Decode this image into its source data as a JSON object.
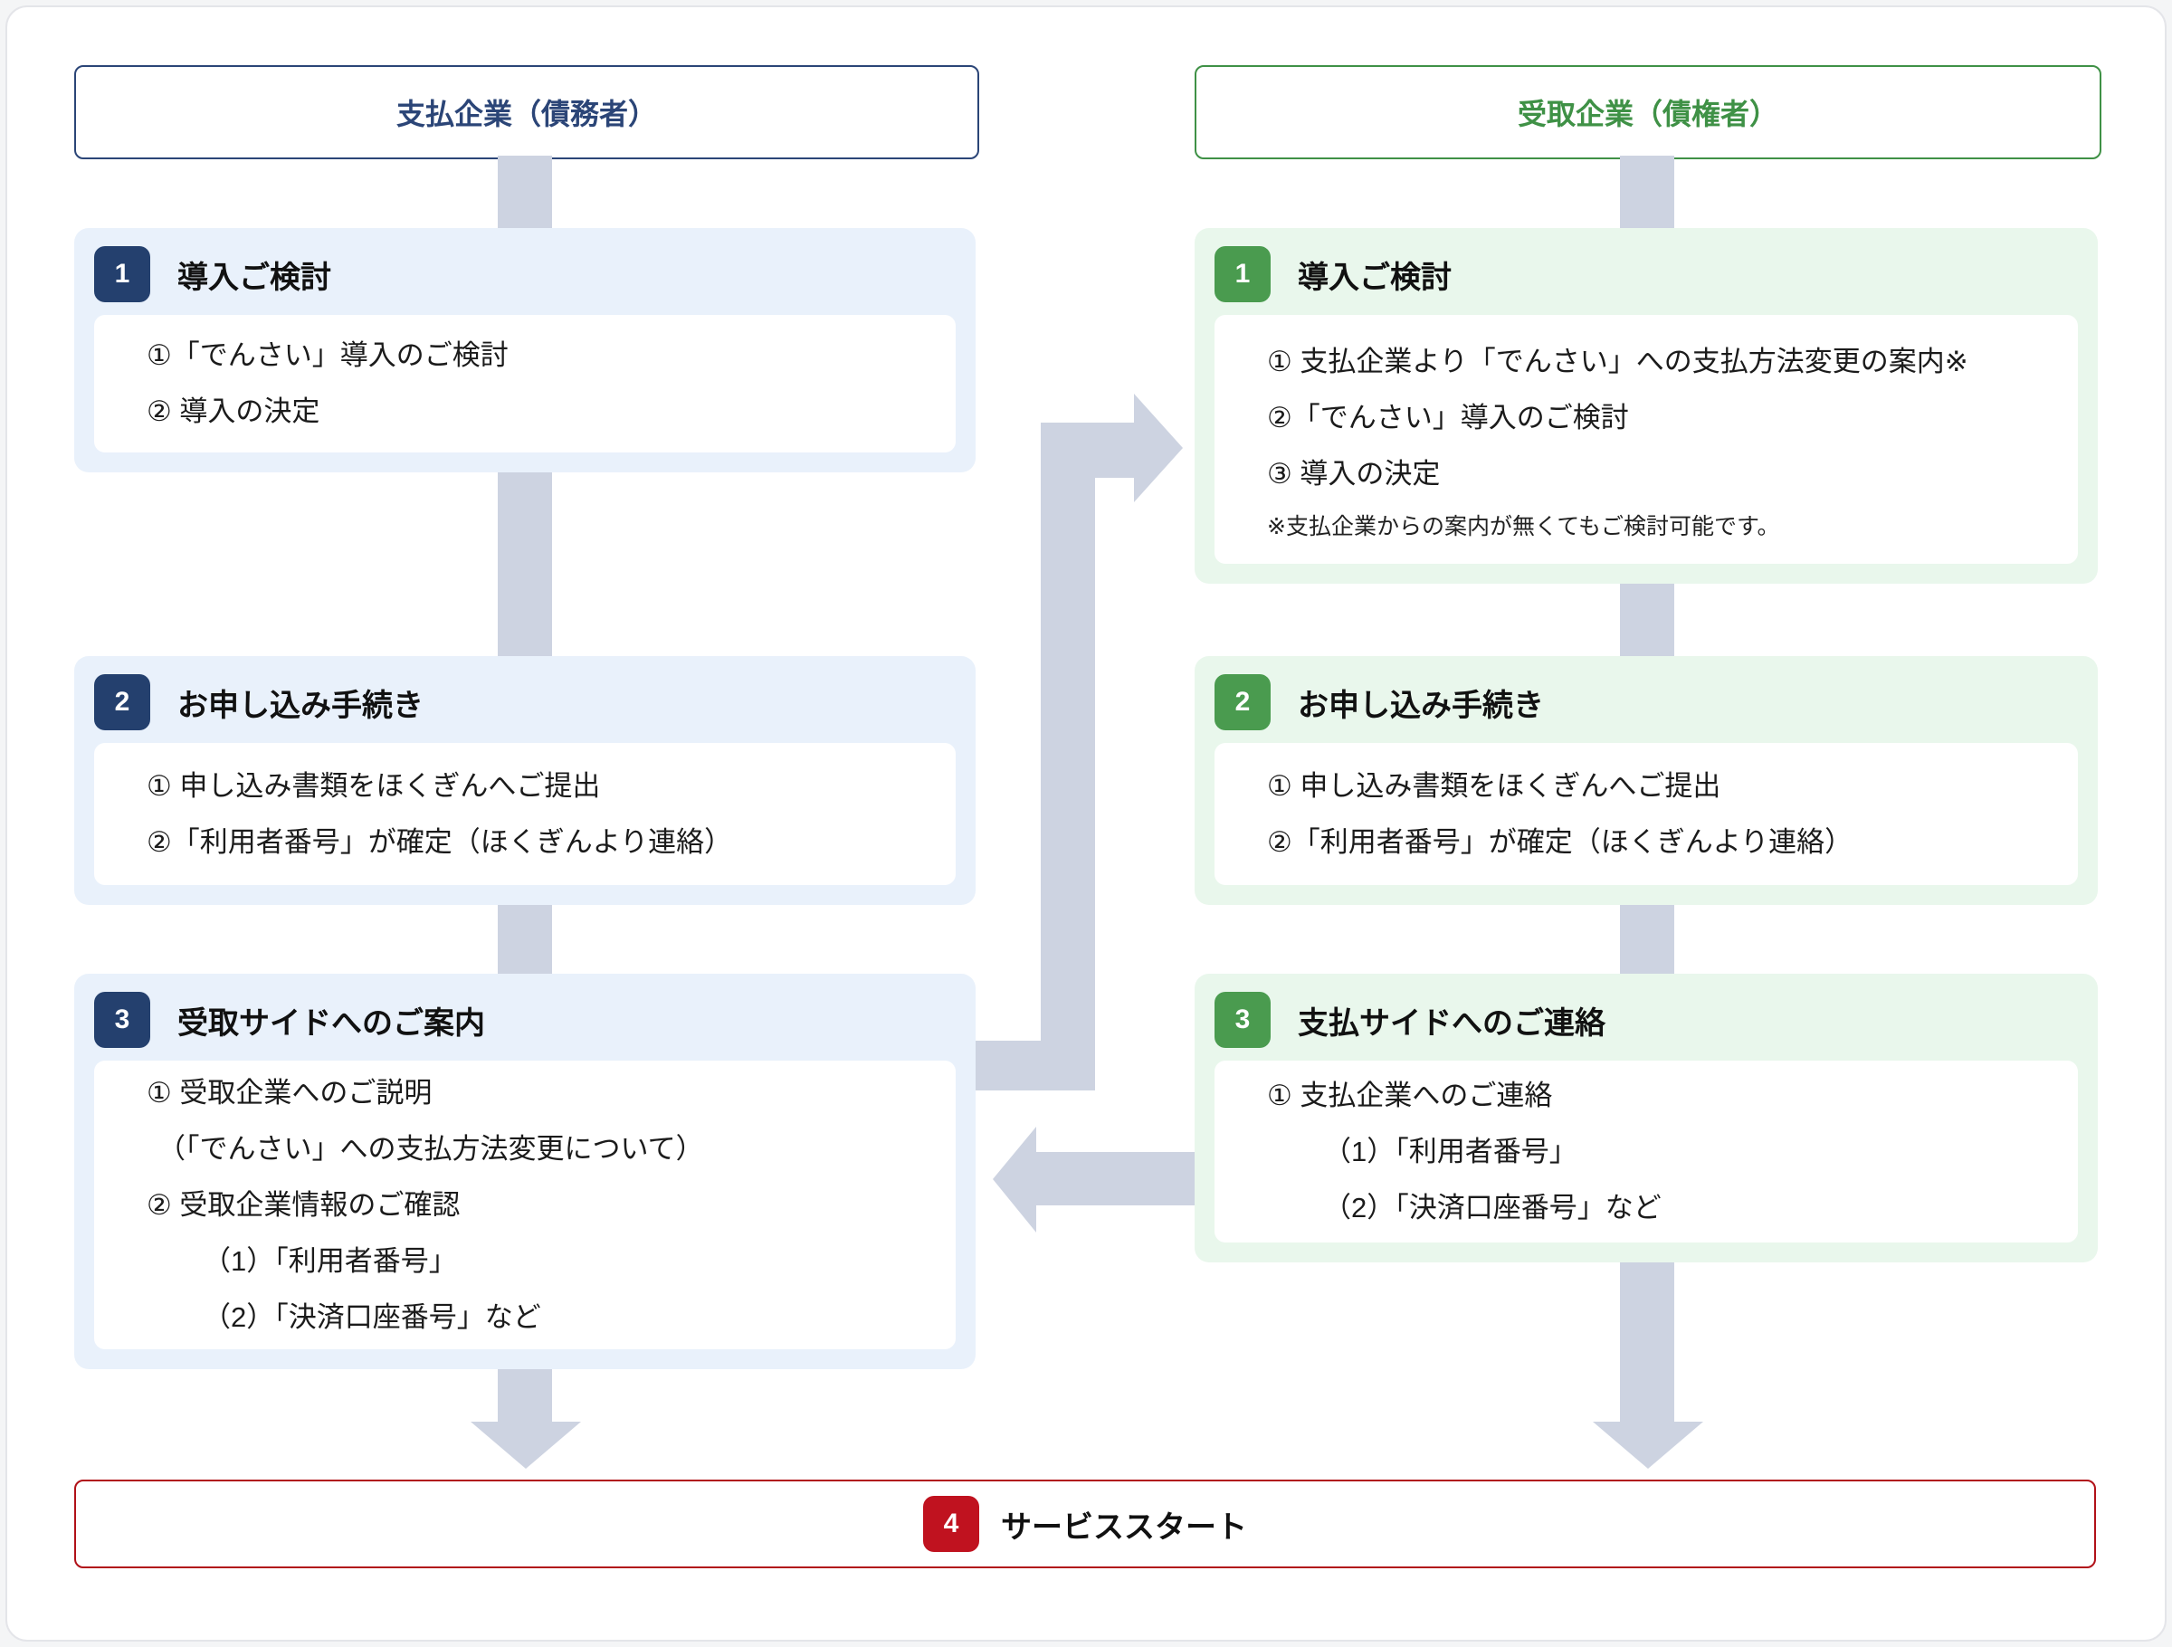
{
  "payer": {
    "header": "支払企業（債務者）",
    "step1": {
      "num": "1",
      "title": "導入ご検討",
      "lines": [
        "①「でんさい」導入のご検討",
        "② 導入の決定"
      ]
    },
    "step2": {
      "num": "2",
      "title": "お申し込み手続き",
      "lines": [
        "① 申し込み書類をほくぎんへご提出",
        "②「利用者番号」が確定（ほくぎんより連絡）"
      ]
    },
    "step3": {
      "num": "3",
      "title": "受取サイドへのご案内",
      "lines": [
        "① 受取企業へのご説明",
        "（「でんさい」への支払方法変更について）",
        "② 受取企業情報のご確認",
        "（1）「利用者番号」",
        "（2）「決済口座番号」など"
      ]
    }
  },
  "payee": {
    "header": "受取企業（債権者）",
    "step1": {
      "num": "1",
      "title": "導入ご検討",
      "lines": [
        "① 支払企業より「でんさい」への支払方法変更の案内※",
        "②「でんさい」導入のご検討",
        "③ 導入の決定"
      ],
      "note": "※支払企業からの案内が無くてもご検討可能です。"
    },
    "step2": {
      "num": "2",
      "title": "お申し込み手続き",
      "lines": [
        "① 申し込み書類をほくぎんへご提出",
        "②「利用者番号」が確定（ほくぎんより連絡）"
      ]
    },
    "step3": {
      "num": "3",
      "title": "支払サイドへのご連絡",
      "lines": [
        "① 支払企業へのご連絡",
        "（1）「利用者番号」",
        "（2）「決済口座番号」など"
      ]
    }
  },
  "footer": {
    "num": "4",
    "title": "サービススタート"
  },
  "colors": {
    "navy": "#2b4577",
    "navy_badge": "#24406e",
    "green": "#3f9146",
    "green_badge": "#4a9b4f",
    "light_blue": "#e9f1fb",
    "light_green": "#e9f7ec",
    "arrow": "#cdd3e1",
    "red_border": "#b11118",
    "red_badge": "#c0121f"
  }
}
